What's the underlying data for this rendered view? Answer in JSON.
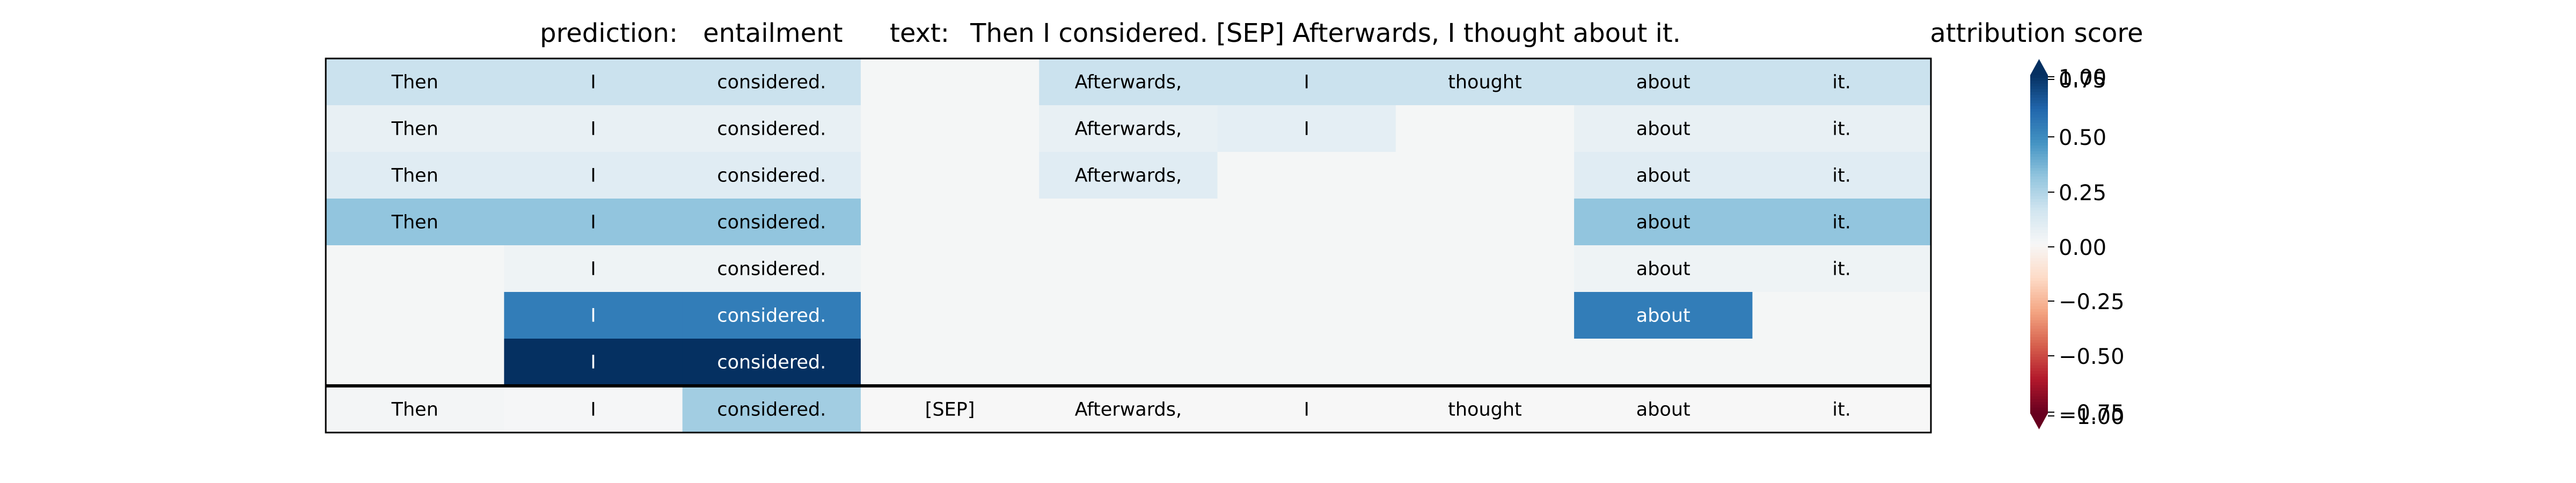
{
  "header": {
    "prediction_label": "prediction:",
    "prediction_value": "entailment",
    "text_label": "text:",
    "text_value": "Then I considered. [SEP] Afterwards, I thought about it."
  },
  "colorbar": {
    "title": "attribution score",
    "ticks": [
      "1.00",
      "0.75",
      "0.50",
      "0.25",
      "0.00",
      "−0.25",
      "−0.50",
      "−0.75",
      "−1.00"
    ],
    "low_color": "#67001f",
    "high_color": "#053061"
  },
  "chart_data": {
    "type": "heatmap",
    "title": "attribution score",
    "columns": [
      "Then",
      "I",
      "considered.",
      "[SEP]",
      "Afterwards,",
      "I",
      "thought",
      "about",
      "it."
    ],
    "colormap": "RdBu",
    "vmin": -1.0,
    "vmax": 1.0,
    "rows": [
      {
        "values": [
          0.22,
          0.22,
          0.22,
          null,
          0.22,
          0.22,
          0.22,
          0.22,
          0.22
        ],
        "labels": [
          "Then",
          "I",
          "considered.",
          "",
          "Afterwards,",
          "I",
          "thought",
          "about",
          "it."
        ]
      },
      {
        "values": [
          0.08,
          0.08,
          0.08,
          null,
          0.08,
          0.1,
          null,
          0.08,
          0.08
        ],
        "labels": [
          "Then",
          "I",
          "considered.",
          "",
          "Afterwards,",
          "I",
          "",
          "about",
          "it."
        ]
      },
      {
        "values": [
          0.12,
          0.12,
          0.12,
          null,
          0.12,
          null,
          null,
          0.12,
          0.12
        ],
        "labels": [
          "Then",
          "I",
          "considered.",
          "",
          "Afterwards,",
          "",
          "",
          "about",
          "it."
        ]
      },
      {
        "values": [
          0.4,
          0.4,
          0.4,
          null,
          null,
          null,
          null,
          0.4,
          0.4
        ],
        "labels": [
          "Then",
          "I",
          "considered.",
          "",
          "",
          "",
          "",
          "about",
          "it."
        ]
      },
      {
        "values": [
          null,
          0.05,
          0.05,
          null,
          null,
          null,
          null,
          0.05,
          0.05
        ],
        "labels": [
          "",
          "I",
          "considered.",
          "",
          "",
          "",
          "",
          "about",
          "it."
        ]
      },
      {
        "values": [
          null,
          0.7,
          0.7,
          null,
          null,
          null,
          null,
          0.7,
          null
        ],
        "labels": [
          "",
          "I",
          "considered.",
          "",
          "",
          "",
          "",
          "about",
          ""
        ]
      },
      {
        "values": [
          null,
          1.0,
          1.0,
          null,
          null,
          null,
          null,
          null,
          null
        ],
        "labels": [
          "",
          "I",
          "considered.",
          "",
          "",
          "",
          "",
          "",
          ""
        ]
      }
    ],
    "summary_row": {
      "values": [
        0.02,
        0.01,
        0.35,
        0.0,
        0.0,
        0.0,
        0.0,
        0.0,
        0.0
      ],
      "labels": [
        "Then",
        "I",
        "considered.",
        "[SEP]",
        "Afterwards,",
        "I",
        "thought",
        "about",
        "it."
      ]
    },
    "empty_color": "#f4f6f6"
  }
}
